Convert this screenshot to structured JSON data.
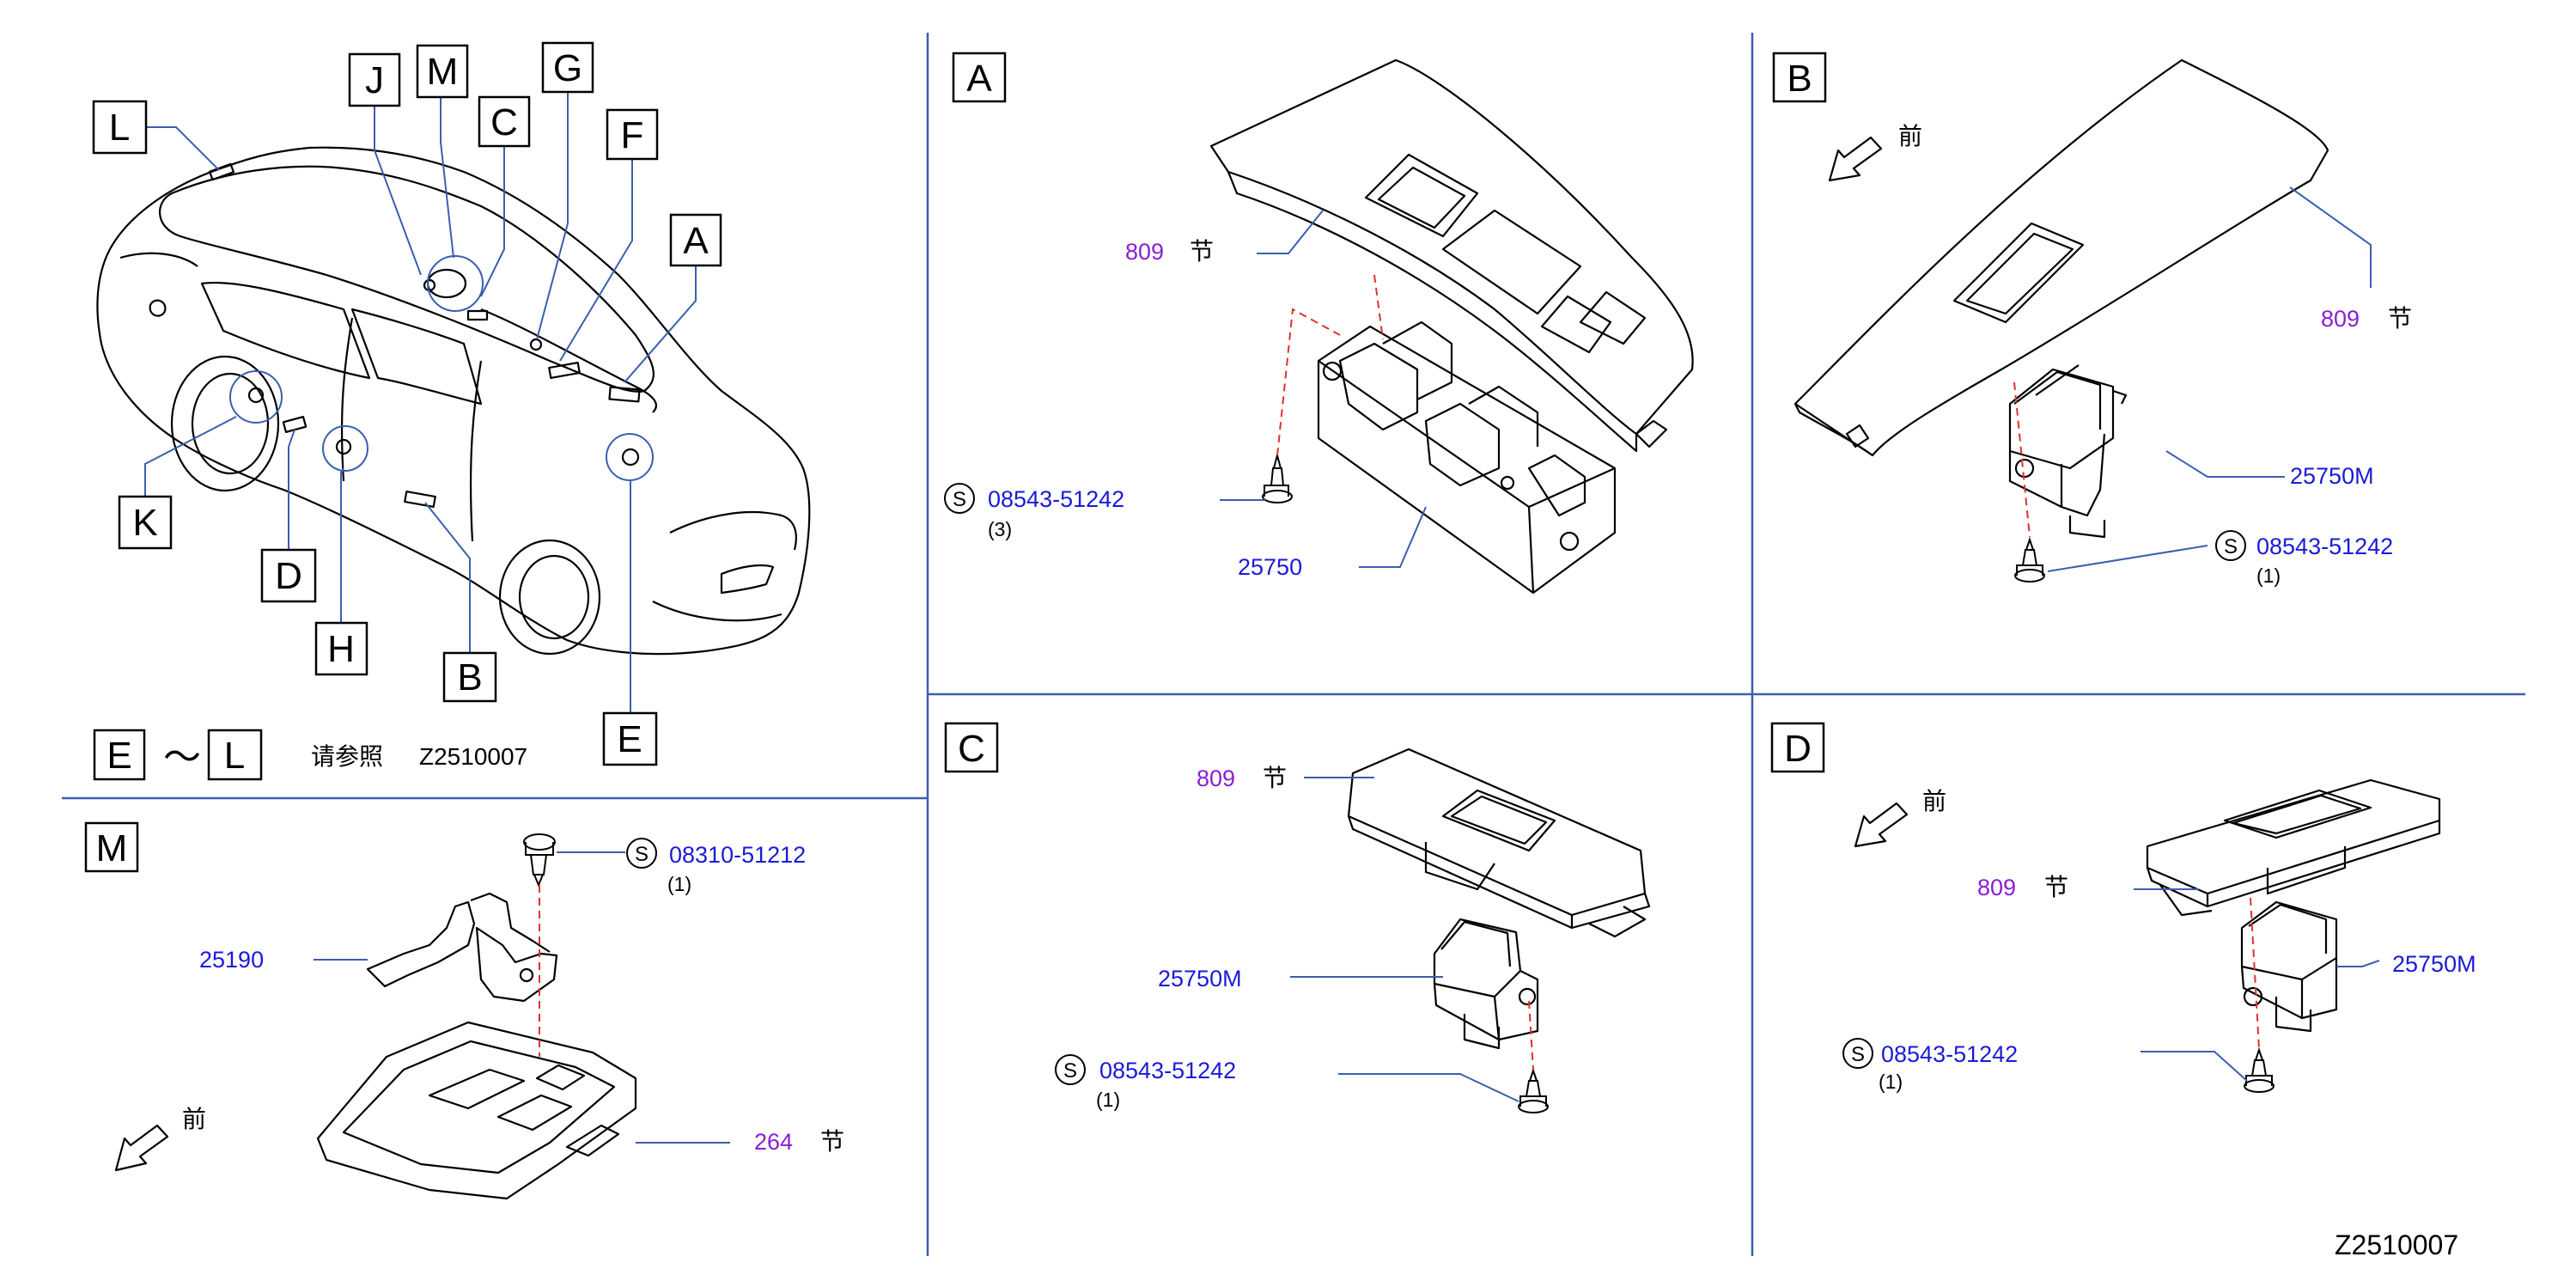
{
  "colors": {
    "divider": "#3a5fb0",
    "leader": "#3a5fb0",
    "part_blue": "#1a1ad8",
    "part_purple": "#8a1ed6",
    "dashed_red": "#e03030"
  },
  "overview": {
    "callouts": [
      "L",
      "J",
      "M",
      "C",
      "G",
      "F",
      "A",
      "K",
      "D",
      "H",
      "B",
      "E"
    ],
    "range_from": "E",
    "range_tilde": "～",
    "range_to": "L",
    "refer_text": "请参照",
    "refer_code": "Z2510007"
  },
  "panel_a": {
    "letter": "A",
    "trim": {
      "part": "809",
      "suffix": "节"
    },
    "screw": {
      "symbol": "S",
      "part": "08543-51242",
      "qty": "(3)"
    },
    "switch": {
      "part": "25750"
    }
  },
  "panel_b": {
    "letter": "B",
    "front": "前",
    "trim": {
      "part": "809",
      "suffix": "节"
    },
    "switch": {
      "part": "25750M"
    },
    "screw": {
      "symbol": "S",
      "part": "08543-51242",
      "qty": "(1)"
    }
  },
  "panel_c": {
    "letter": "C",
    "trim": {
      "part": "809",
      "suffix": "节"
    },
    "switch": {
      "part": "25750M"
    },
    "screw": {
      "symbol": "S",
      "part": "08543-51242",
      "qty": "(1)"
    }
  },
  "panel_d": {
    "letter": "D",
    "front": "前",
    "trim": {
      "part": "809",
      "suffix": "节"
    },
    "switch": {
      "part": "25750M"
    },
    "screw": {
      "symbol": "S",
      "part": "08543-51242",
      "qty": "(1)"
    }
  },
  "panel_m": {
    "letter": "M",
    "front": "前",
    "screw": {
      "symbol": "S",
      "part": "08310-51212",
      "qty": "(1)"
    },
    "harness": {
      "part": "25190"
    },
    "lamp": {
      "part": "264",
      "suffix": "节"
    }
  },
  "footer_code": "Z2510007"
}
